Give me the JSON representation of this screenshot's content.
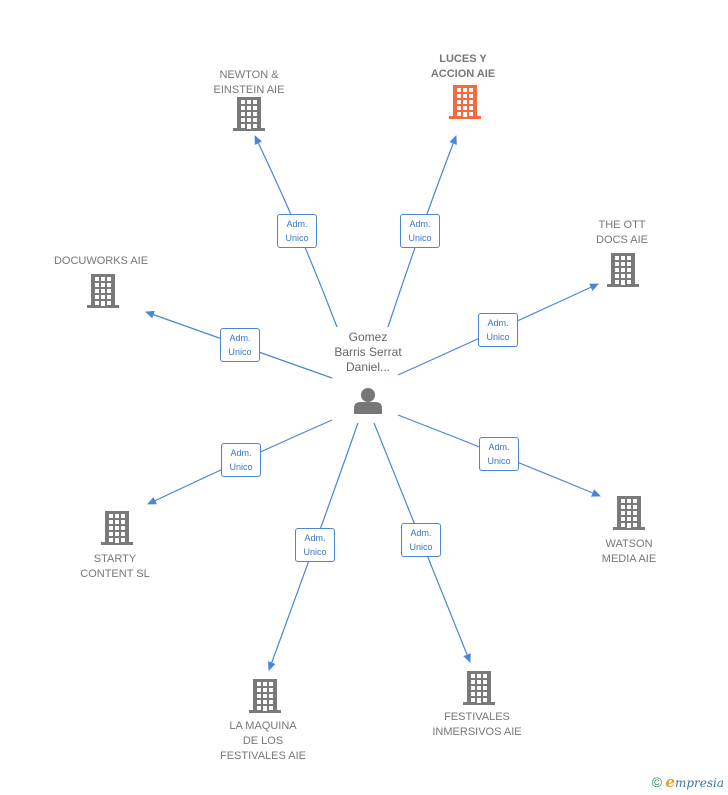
{
  "center": {
    "label": "Gomez\nBarris Serrat\nDaniel...",
    "icon": "person-icon"
  },
  "relation_label": {
    "line1": "Adm.",
    "line2": "Unico"
  },
  "colors": {
    "edge": "#4a86d4",
    "building": "#7a7a7a",
    "building_highlight": "#f26a3d",
    "person": "#777777"
  },
  "companies": [
    {
      "id": "newton-einstein-aie",
      "label": "NEWTON &\nEINSTEIN AIE",
      "highlight": false
    },
    {
      "id": "luces-y-accion-aie",
      "label": "LUCES Y\nACCION AIE",
      "highlight": true
    },
    {
      "id": "the-ott-docs-aie",
      "label": "THE OTT\nDOCS AIE",
      "highlight": false
    },
    {
      "id": "docuworks-aie",
      "label": "DOCUWORKS AIE",
      "highlight": false
    },
    {
      "id": "watson-media-aie",
      "label": "WATSON\nMEDIA  AIE",
      "highlight": false
    },
    {
      "id": "starty-content-sl",
      "label": "STARTY\nCONTENT  SL",
      "highlight": false
    },
    {
      "id": "la-maquina-de-los-festivales-aie",
      "label": "LA MAQUINA\nDE LOS\nFESTIVALES AIE",
      "highlight": false
    },
    {
      "id": "festivales-inmersivos-aie",
      "label": "FESTIVALES\nINMERSIVOS AIE",
      "highlight": false
    }
  ],
  "footer": {
    "copyright": "©",
    "brand_initial": "e",
    "brand_rest": "mpresia"
  }
}
